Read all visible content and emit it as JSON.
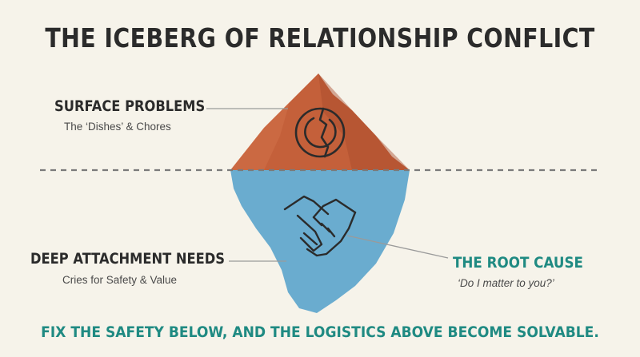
{
  "title": "THE ICEBERG OF RELATIONSHIP CONFLICT",
  "surface": {
    "heading": "SURFACE PROBLEMS",
    "subtext": "The ‘Dishes’ & Chores"
  },
  "deep": {
    "heading": "DEEP ATTACHMENT NEEDS",
    "subtext": "Cries for Safety & Value"
  },
  "root": {
    "heading": "THE ROOT CAUSE",
    "subtext": "‘Do I matter to you?’"
  },
  "footer": "FIX THE SAFETY BELOW, AND THE LOGISTICS ABOVE BECOME SOLVABLE.",
  "colors": {
    "background": "#f6f3ea",
    "tip": "#c4603a",
    "underwater": "#6aaccf",
    "accent": "#1f8a82",
    "text": "#2b2b2b"
  },
  "icons": {
    "tip": "broken-plate-icon",
    "underwater": "clasped-hands-icon"
  }
}
